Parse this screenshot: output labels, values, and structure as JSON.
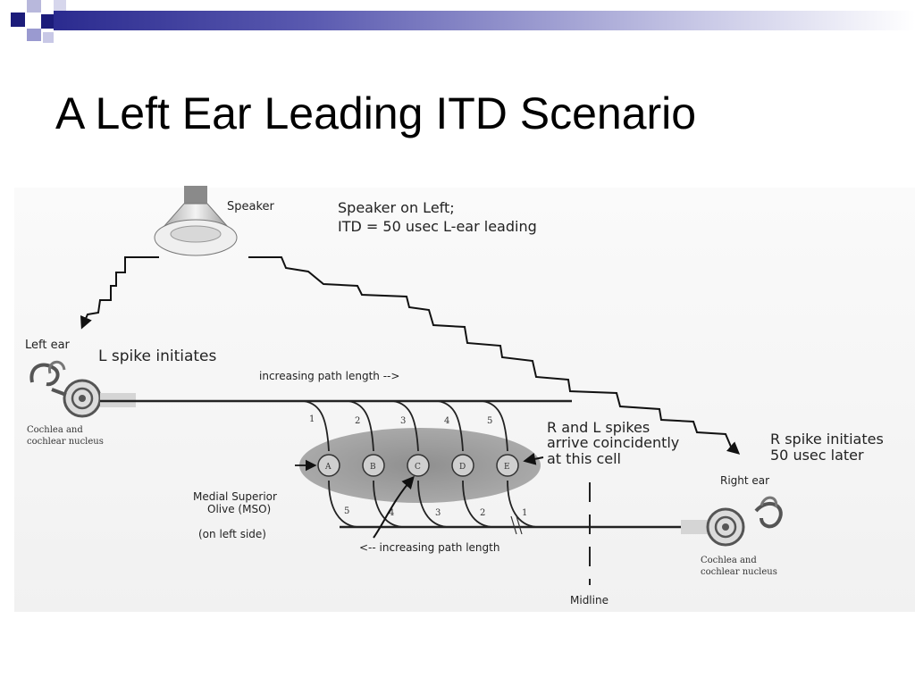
{
  "slide": {
    "title": "A Left Ear Leading ITD Scenario"
  },
  "diagram": {
    "speaker_label": "Speaker",
    "header_line1": "Speaker on Left;",
    "header_line2": "ITD = 50 usec L-ear leading",
    "left_ear_label": "Left ear",
    "l_spike": "L spike initiates",
    "path_length_top": "increasing path length -->",
    "cochlea_left_line1": "Cochlea and",
    "cochlea_left_line2": "cochlear nucleus",
    "coincident_line1": "R and L spikes",
    "coincident_line2": "arrive coincidently",
    "coincident_line3": "at this cell",
    "r_spike_line1": "R spike initiates",
    "r_spike_line2": "50 usec later",
    "right_ear_label": "Right ear",
    "mso_line1": "Medial Superior",
    "mso_line2": "Olive (MSO)",
    "mso_side": "(on left side)",
    "path_length_bottom": "<-- increasing path length",
    "midline": "Midline",
    "cochlea_right_line1": "Cochlea and",
    "cochlea_right_line2": "cochlear nucleus",
    "cells": [
      "A",
      "B",
      "C",
      "D",
      "E"
    ],
    "top_numbers": [
      "1",
      "2",
      "3",
      "4",
      "5"
    ],
    "bottom_numbers": [
      "5",
      "4",
      "3",
      "2",
      "1"
    ]
  }
}
